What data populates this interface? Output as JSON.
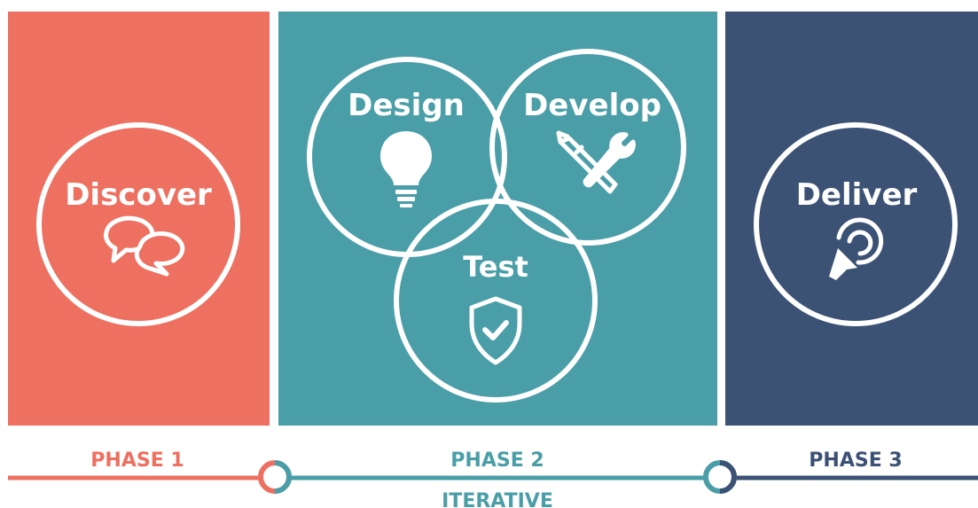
{
  "colors": {
    "phase1": "#ED7060",
    "phase2": "#4A9EA8",
    "phase3": "#3C5275",
    "white": "#ffffff"
  },
  "stages": {
    "discover": {
      "label": "Discover",
      "icon": "chat-bubbles-icon"
    },
    "design": {
      "label": "Design",
      "icon": "lightbulb-icon"
    },
    "develop": {
      "label": "Develop",
      "icon": "tools-icon"
    },
    "test": {
      "label": "Test",
      "icon": "shield-check-icon"
    },
    "deliver": {
      "label": "Deliver",
      "icon": "target-cursor-icon"
    }
  },
  "timeline": {
    "phase1": "PHASE 1",
    "phase2": "PHASE 2",
    "phase3": "PHASE 3",
    "iterative": "ITERATIVE"
  }
}
